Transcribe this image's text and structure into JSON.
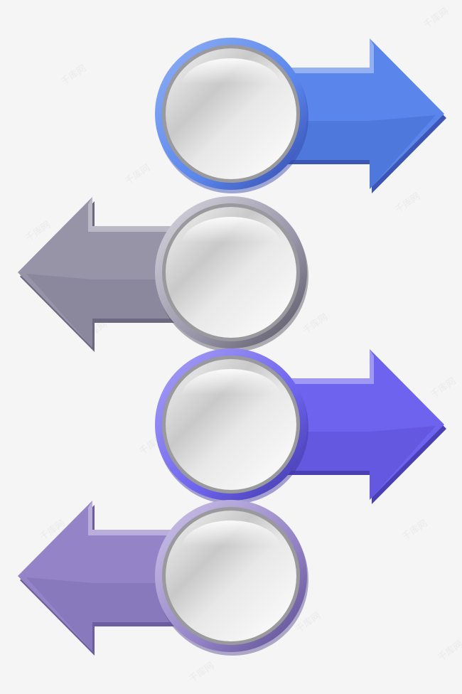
{
  "watermark": {
    "text": "千库网"
  },
  "steps": [
    {
      "id": "step-1",
      "direction": "right",
      "color": "#5a86ec",
      "shade": "#3c5fc0",
      "edge": "#3d55b3",
      "ring_light": "#8fb0f5",
      "ring_dark": "#3348a8"
    },
    {
      "id": "step-2",
      "direction": "left",
      "color": "#9794a8",
      "shade": "#76738a",
      "edge": "#6b6880",
      "ring_light": "#d9d8e0",
      "ring_dark": "#55525f"
    },
    {
      "id": "step-3",
      "direction": "right",
      "color": "#6e63ee",
      "shade": "#4f45c4",
      "edge": "#4a40b3",
      "ring_light": "#a9a2f5",
      "ring_dark": "#3e36a0"
    },
    {
      "id": "step-4",
      "direction": "left",
      "color": "#9483c6",
      "shade": "#7463a8",
      "edge": "#6c5da0",
      "ring_light": "#cfc6ea",
      "ring_dark": "#574a8e"
    }
  ]
}
